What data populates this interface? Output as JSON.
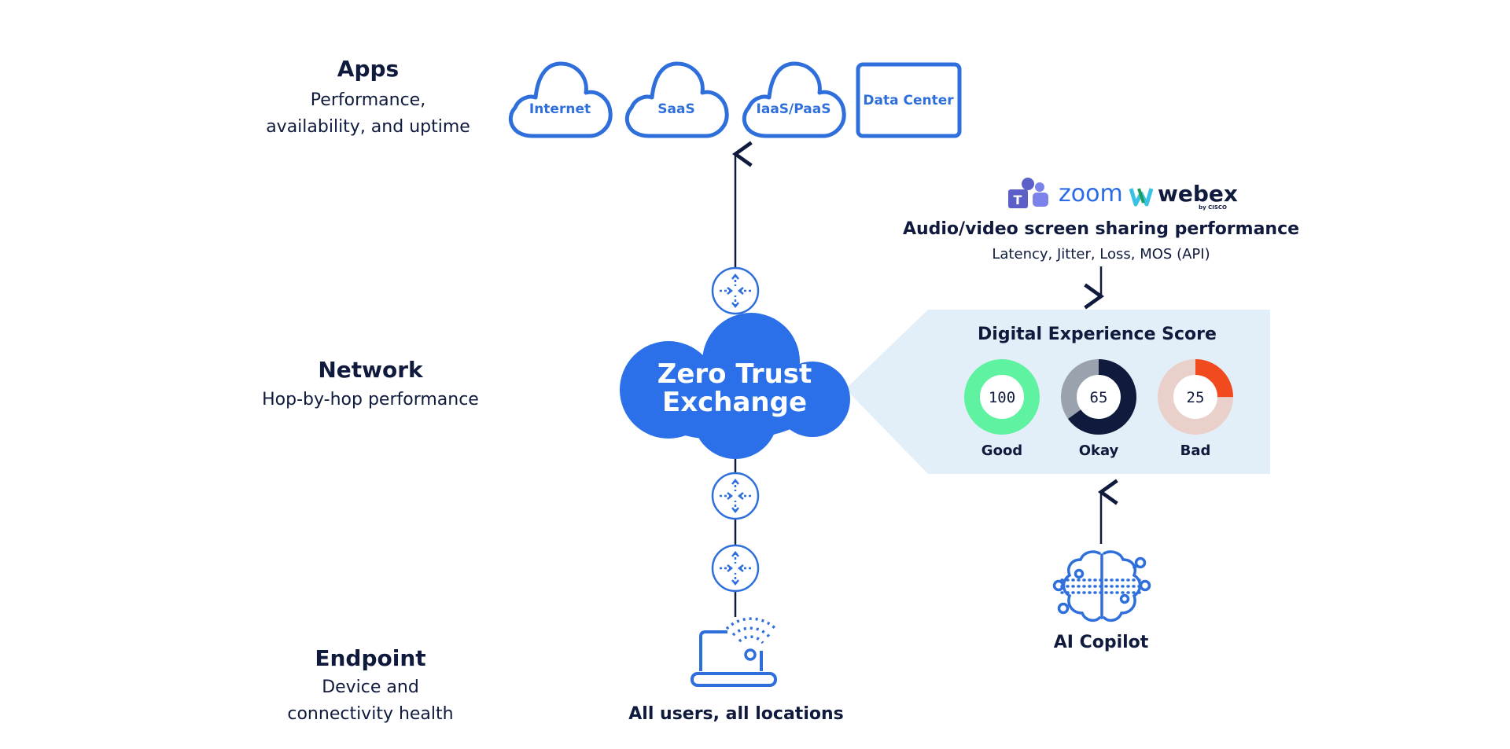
{
  "layers": {
    "apps": {
      "title": "Apps",
      "desc_line1": "Performance,",
      "desc_line2": "availability, and uptime"
    },
    "network": {
      "title": "Network",
      "desc": "Hop-by-hop performance"
    },
    "endpoint": {
      "title": "Endpoint",
      "desc_line1": "Device and",
      "desc_line2": "connectivity health"
    }
  },
  "destinations": [
    "Internet",
    "SaaS",
    "IaaS/PaaS",
    "Data Center"
  ],
  "zero_trust": {
    "line1": "Zero Trust",
    "line2": "Exchange"
  },
  "users": {
    "label": "All users, all locations"
  },
  "collab": {
    "brands": {
      "zoom": "zoom",
      "webex": "webex",
      "webex_by": "by CISCO"
    },
    "title": "Audio/video screen sharing performance",
    "subtitle": "Latency, Jitter, Loss, MOS (API)"
  },
  "score": {
    "title": "Digital Experience Score",
    "gauges": [
      {
        "value": "100",
        "label": "Good",
        "fraction": 1.0,
        "color": "#5ef2a1",
        "track": "#5ef2a1"
      },
      {
        "value": "65",
        "label": "Okay",
        "fraction": 0.65,
        "color": "#0f1a3d",
        "track": "#9aa2ad"
      },
      {
        "value": "25",
        "label": "Bad",
        "fraction": 0.25,
        "color": "#f04a1e",
        "track": "#e9d0cb"
      }
    ]
  },
  "ai": {
    "label": "AI Copilot"
  },
  "colors": {
    "blue": "#2f6fdb",
    "navy": "#0f1a3d",
    "panel": "#e3eff8",
    "cloud_fill": "#2b70e8"
  },
  "icons": [
    "teams-icon",
    "webex-icon",
    "router-icon",
    "laptop-icon",
    "brain-icon",
    "arrow-icon"
  ]
}
